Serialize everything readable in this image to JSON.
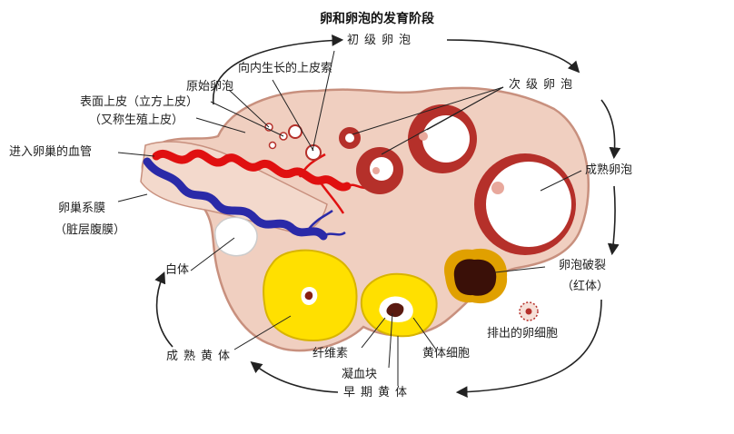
{
  "title": "卵和卵泡的发育阶段",
  "labels": {
    "primary_follicle": "初级卵泡",
    "inward_cords": "向内生长的上皮索",
    "primordial_follicle": "原始卵泡",
    "surface_epithelium_1": "表面上皮（立方上皮）",
    "surface_epithelium_2": "（又称生殖上皮）",
    "blood_vessels": "进入卵巢的血管",
    "mesovarium_1": "卵巢系膜",
    "mesovarium_2": "（脏层腹膜）",
    "secondary_follicle": "次级卵泡",
    "mature_follicle": "成熟卵泡",
    "corpus_albicans": "白体",
    "ruptured_follicle_1": "卵泡破裂",
    "ruptured_follicle_2": "（红体）",
    "ovulated_oocyte": "排出的卵细胞",
    "mature_corpus_luteum": "成熟黄体",
    "fibrin": "纤维素",
    "lutein_cells": "黄体细胞",
    "blood_clot": "凝血块",
    "early_corpus_luteum": "早期黄体"
  },
  "colors": {
    "stroma": "#f0cfc0",
    "follicle_wall": "#b5302a",
    "antrum": "#ffffff",
    "artery": "#e01010",
    "vein": "#2a2aa8",
    "corpus_luteum": "#ffe000",
    "clot": "#5a1a10",
    "arrow": "#222222"
  }
}
